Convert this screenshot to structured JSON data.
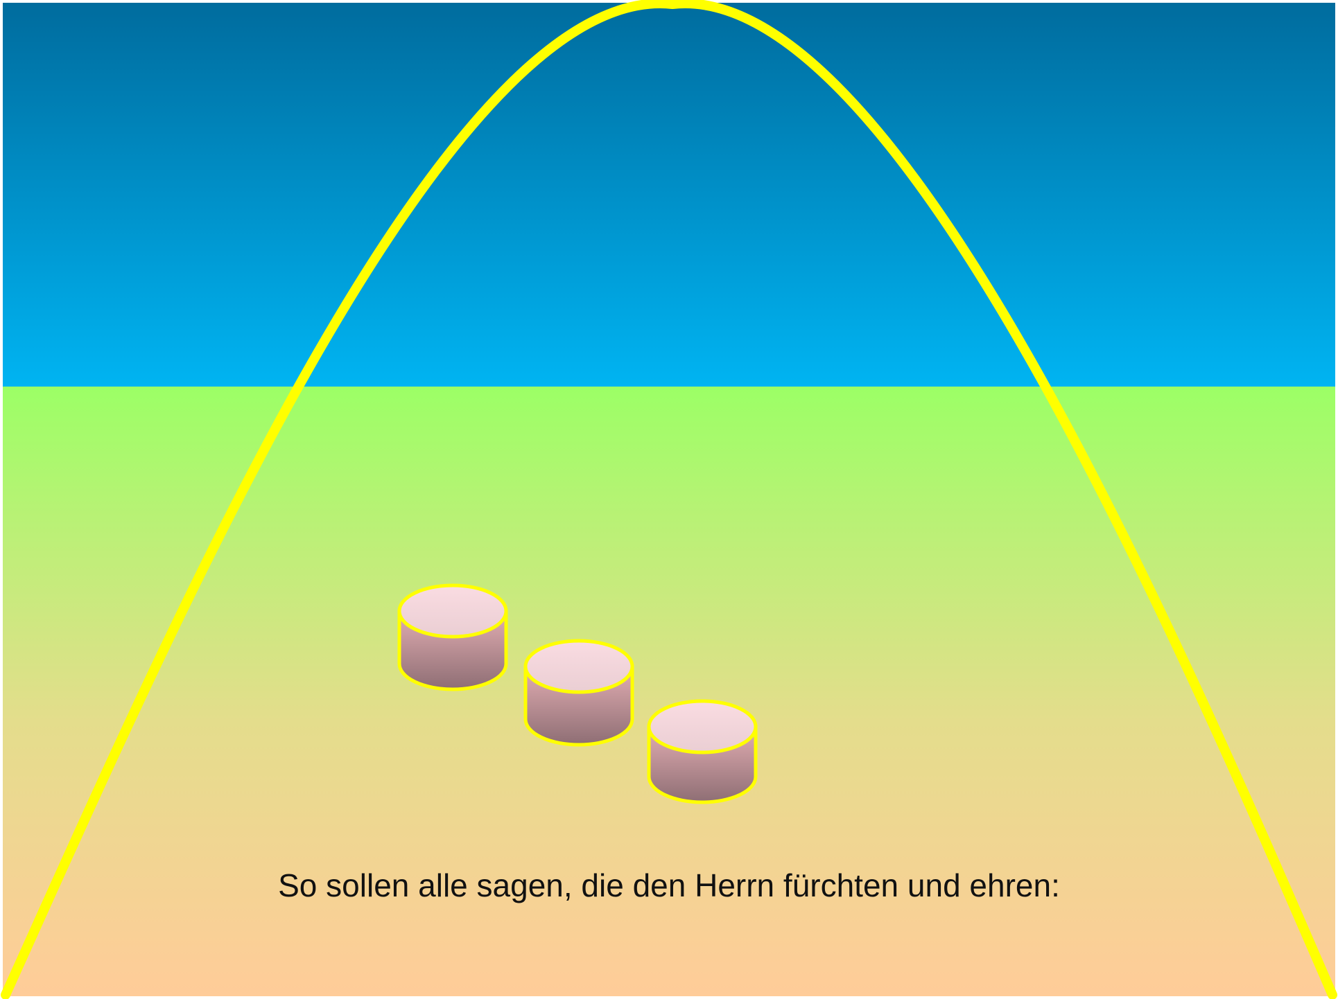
{
  "scene": {
    "caption": "So sollen alle sagen, die den Herrn fürchten und ehren:",
    "cylinder_count": 3
  },
  "colors": {
    "sky_top": "#006C9E",
    "sky_bottom": "#00B4F2",
    "ground_top": "#9CFF66",
    "ground_mid": "#E4DD8C",
    "ground_bottom": "#FFCC99",
    "arc_stroke": "#FFFF00",
    "cylinder_top": "#F9DDE2",
    "cylinder_side_top": "#DDA8AD",
    "cylinder_side_bottom": "#8E6E74",
    "cylinder_stroke": "#FFFF00"
  },
  "icons": {
    "arc": "arch-curve",
    "cylinder": "cylinder-shape"
  }
}
